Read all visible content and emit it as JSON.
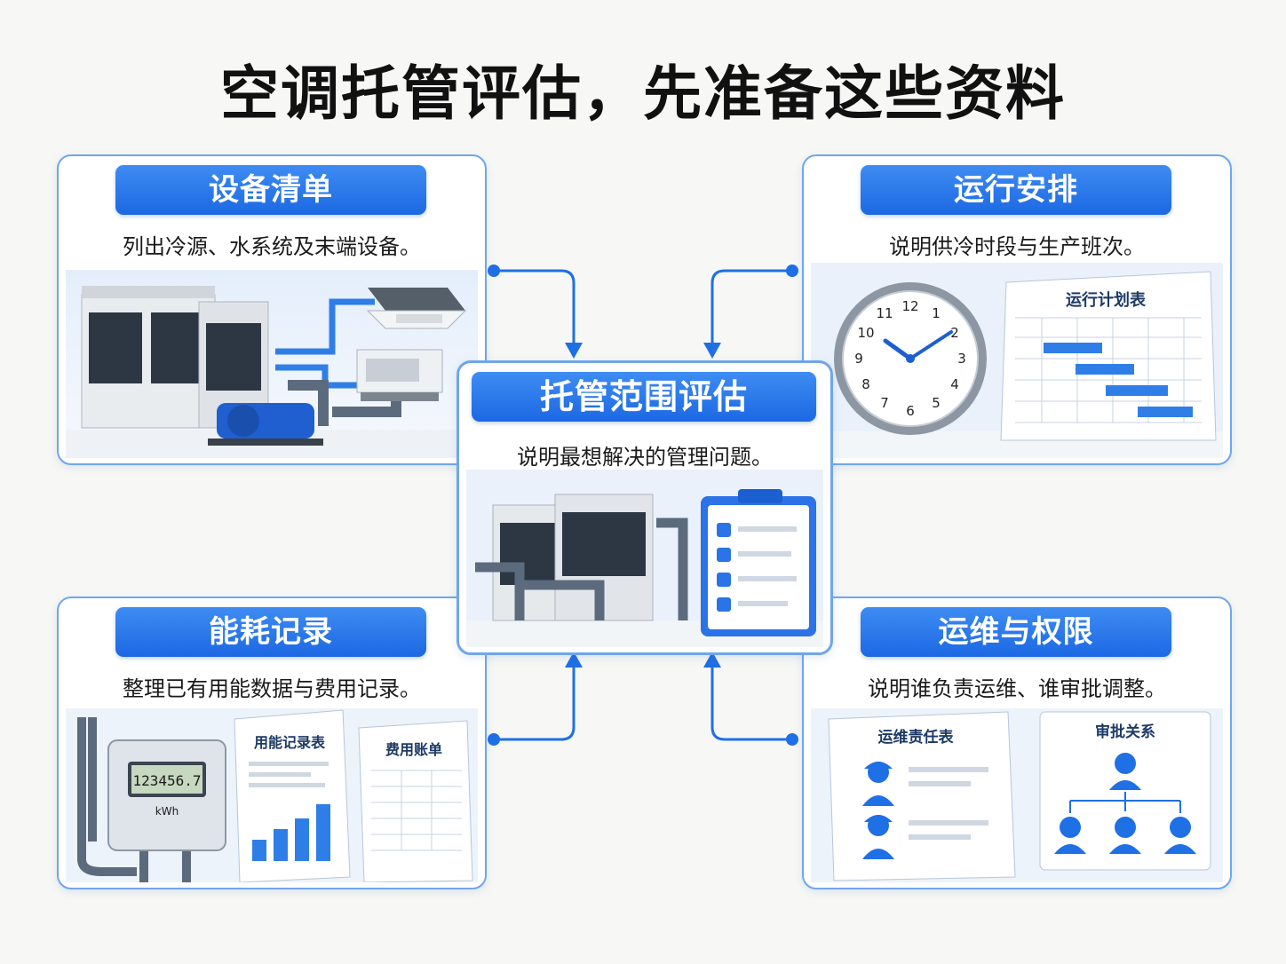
{
  "title": "空调托管评估，先准备这些资料",
  "center": {
    "heading": "托管范围评估",
    "desc": "说明最想解决的管理问题。"
  },
  "cards": {
    "equipment": {
      "heading": "设备清单",
      "desc": "列出冷源、水系统及末端设备。"
    },
    "schedule": {
      "heading": "运行安排",
      "desc": "说明供冷时段与生产班次。",
      "sheet_title": "运行计划表",
      "clock_numbers": [
        "12",
        "1",
        "2",
        "3",
        "4",
        "5",
        "6",
        "7",
        "8",
        "9",
        "10",
        "11"
      ]
    },
    "energy": {
      "heading": "能耗记录",
      "desc": "整理已有用能数据与费用记录。",
      "meter_reading": "123456.7",
      "meter_unit": "kWh",
      "sheet1_title": "用能记录表",
      "sheet2_title": "费用账单"
    },
    "operations": {
      "heading": "运维与权限",
      "desc": "说明谁负责运维、谁审批调整。",
      "sheet1_title": "运维责任表",
      "sheet2_title": "审批关系"
    }
  },
  "colors": {
    "accent": "#1f6fe5",
    "border": "#6fa6ec",
    "title": "#111111"
  }
}
